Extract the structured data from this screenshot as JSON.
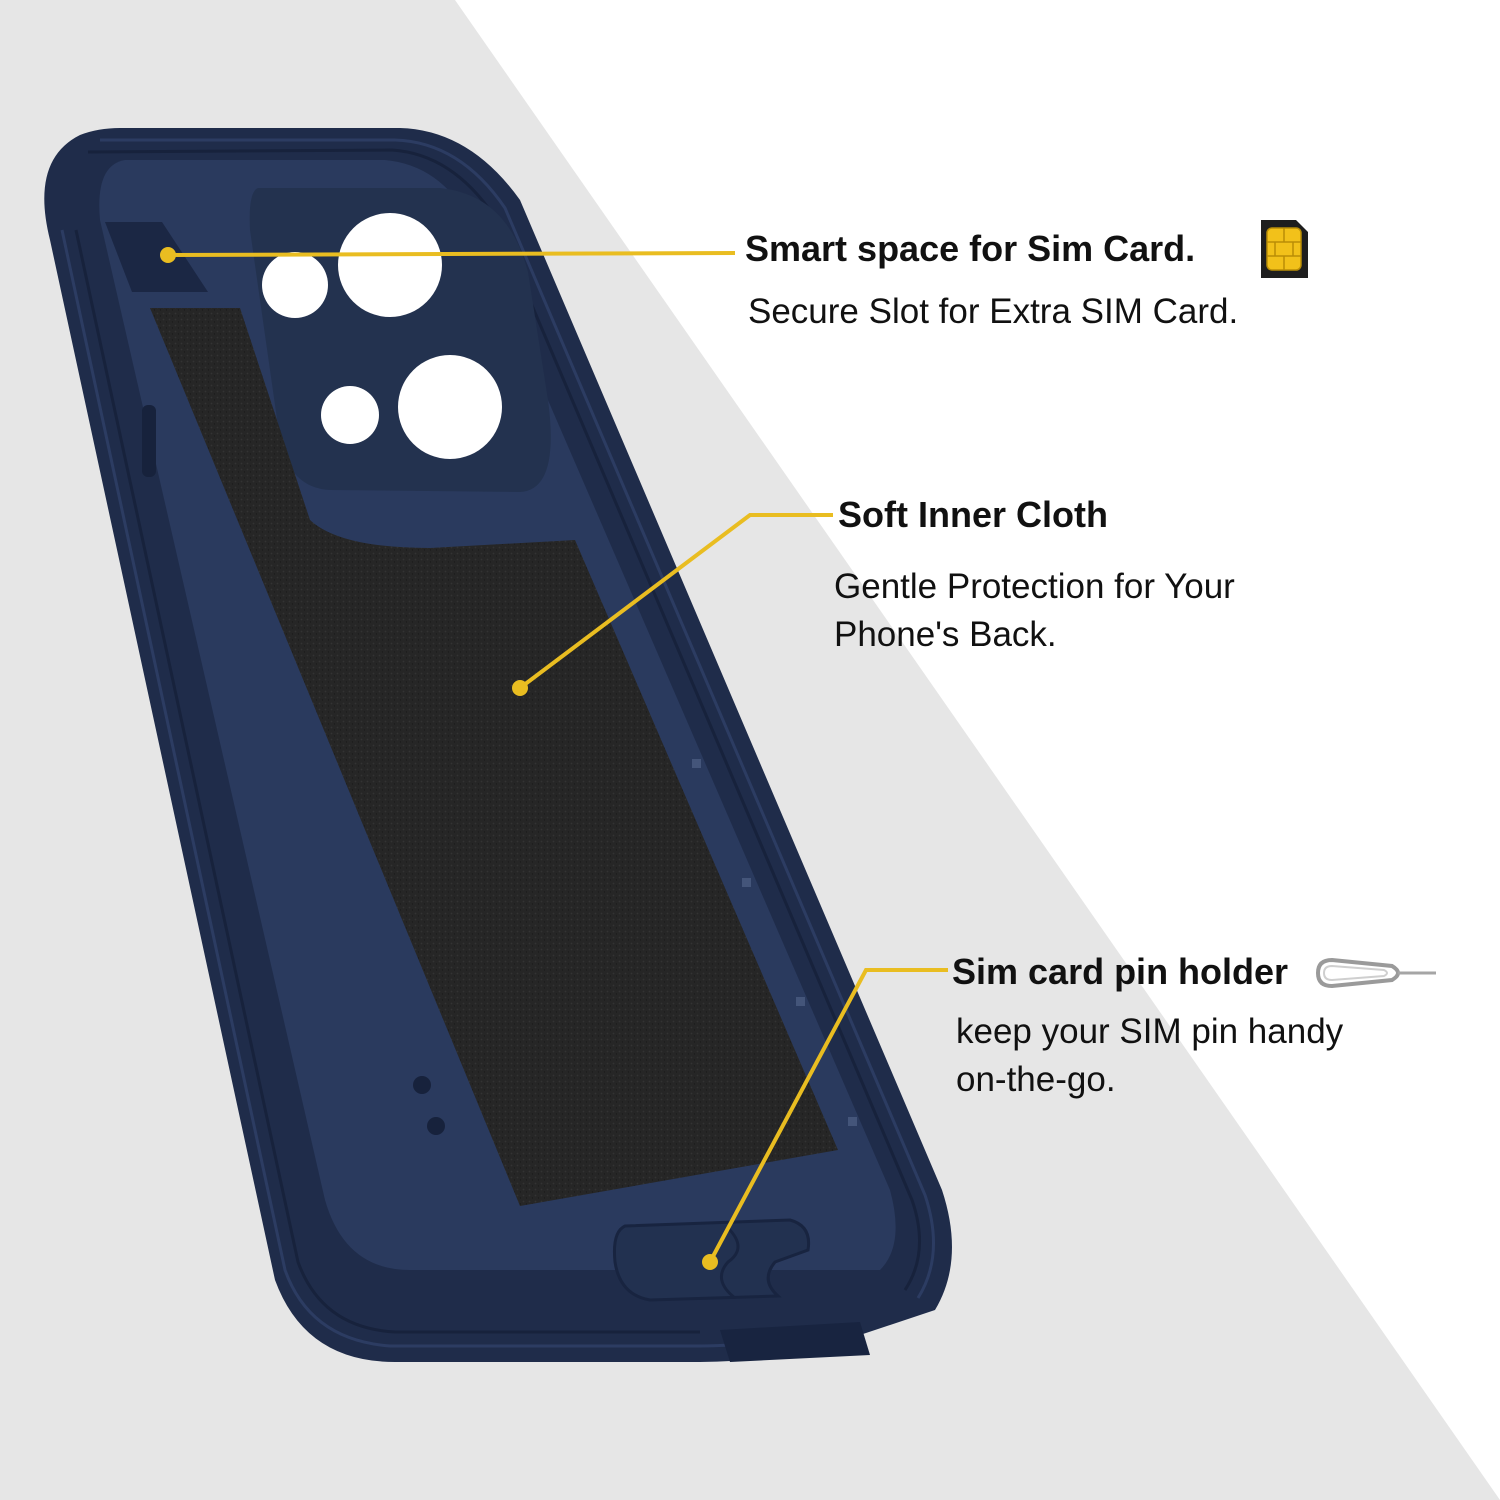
{
  "colors": {
    "background_grey": "#e6e6e6",
    "background_white": "#ffffff",
    "case_navy": "#1f2c4a",
    "case_inner": "#2a3a5e",
    "cloth": "#272727",
    "accent_yellow": "#e9bd21",
    "text": "#111111"
  },
  "callouts": [
    {
      "title": "Smart space for Sim Card.",
      "description": "Secure Slot for Extra SIM Card.",
      "icon": "sim-card-icon"
    },
    {
      "title": "Soft Inner Cloth",
      "description": "Gentle Protection for Your\n Phone's Back.",
      "icon": ""
    },
    {
      "title": "Sim card pin holder",
      "description": "keep your SIM pin handy\n   on-the-go.",
      "icon": "sim-eject-pin-icon"
    }
  ]
}
